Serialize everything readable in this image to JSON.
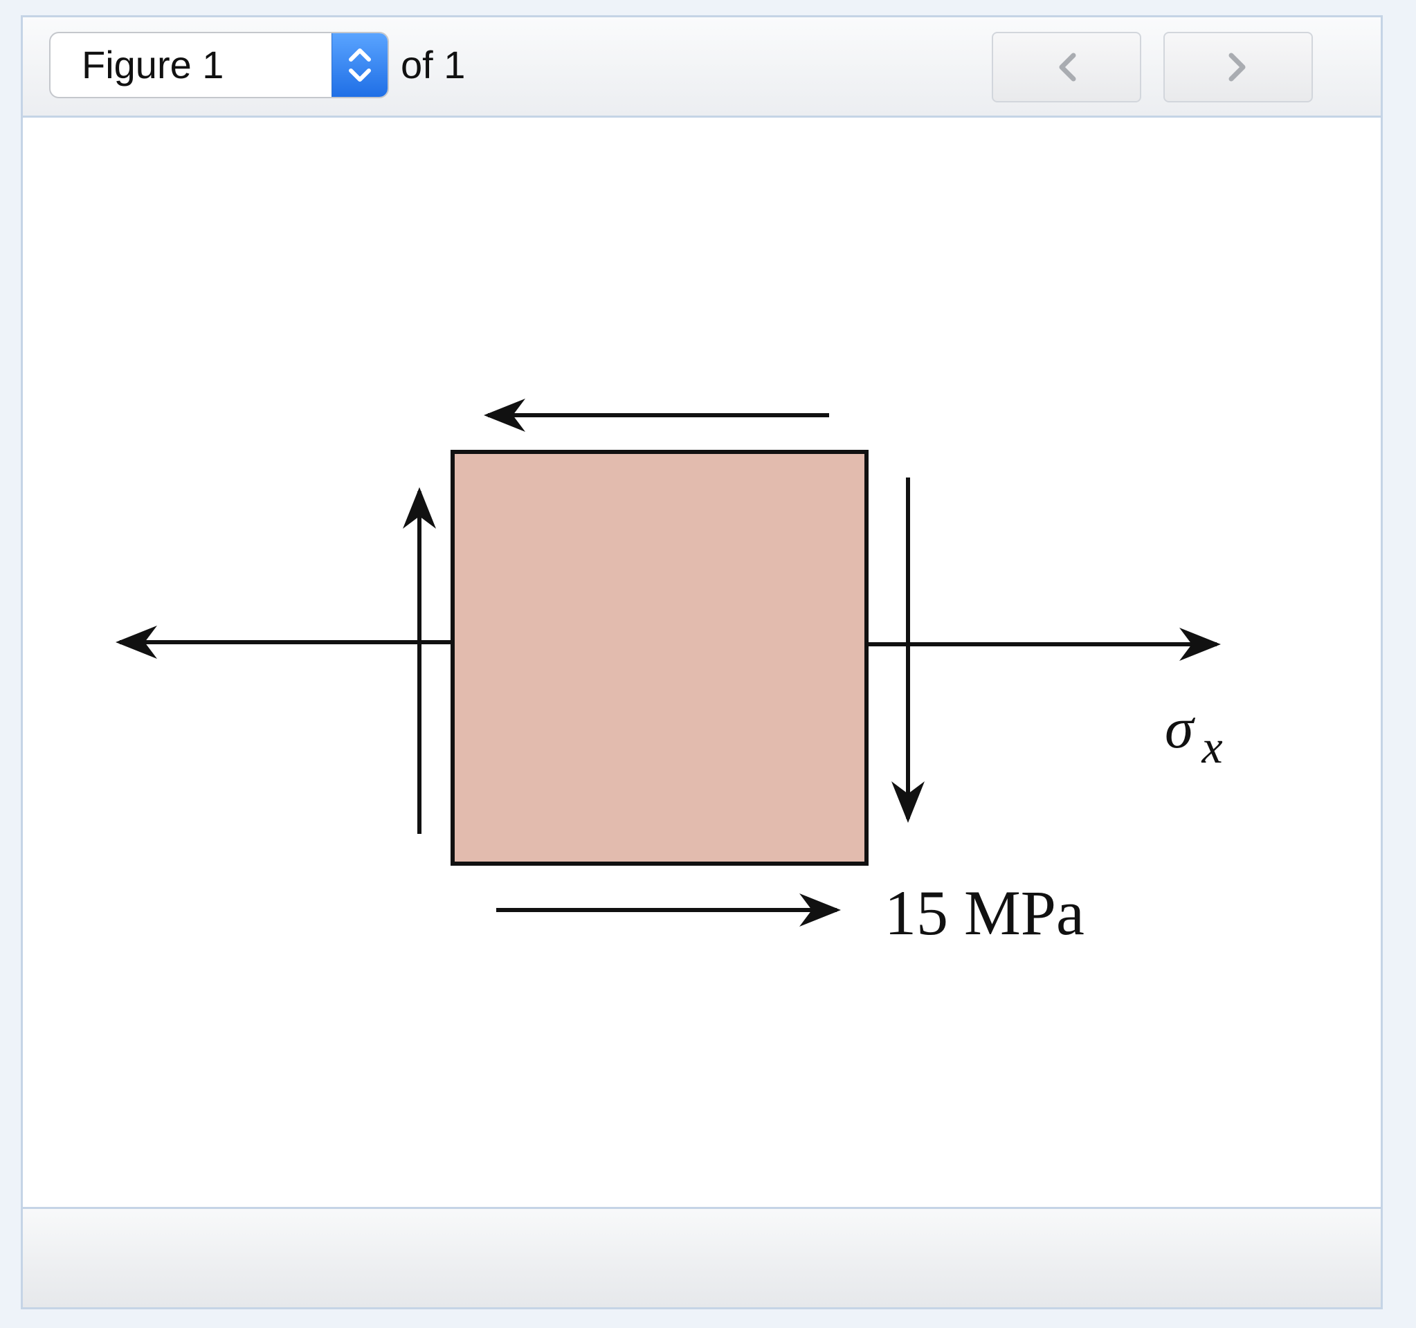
{
  "toolbar": {
    "figure_select_value": "Figure 1",
    "page_count_text": "of 1",
    "prev_icon": "chevron-left-icon",
    "next_icon": "chevron-right-icon"
  },
  "figure": {
    "stress_label_symbol": "σ",
    "stress_label_subscript": "x",
    "shear_label": "15 MPa",
    "element_fill": "#e2bbae"
  },
  "colors": {
    "accent": "#2a7cf0",
    "border": "#c5d4e6"
  }
}
